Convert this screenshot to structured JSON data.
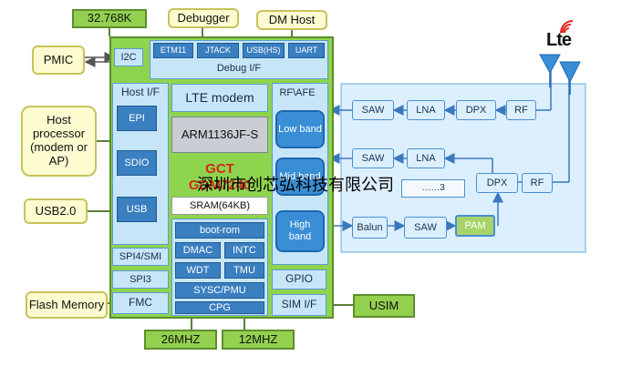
{
  "pmic": "PMIC",
  "crystal_32k": "32.768K",
  "debugger": "Debugger",
  "dm_host": "DM Host",
  "host_processor": "Host processor (modem or AP)",
  "usb20": "USB2.0",
  "flash_memory": "Flash Memory",
  "usim": "USIM",
  "osc_26m": "26MHZ",
  "osc_12m": "12MHZ",
  "i2c": "I2C",
  "debug_if": {
    "etm11": "ETM11",
    "jtag": "JTACK",
    "usb_hs": "USB(HS)",
    "uart": "UART",
    "title": "Debug I/F"
  },
  "host_if": {
    "title": "Host I/F",
    "epi": "EPI",
    "sdio": "SDIO",
    "usb": "USB"
  },
  "spi4_smi": "SPI4/SMI",
  "spi3": "SPI3",
  "fmc": "FMC",
  "lte_modem": "LTE modem",
  "cpu": "ARM1136JF-S",
  "chip_brand": "GCT",
  "chip_model": "GDM7240",
  "sram": "SRAM(64KB)",
  "periph": {
    "boot_rom": "boot-rom",
    "dmac": "DMAC",
    "intc": "INTC",
    "wdt": "WDT",
    "tmu": "TMU",
    "sysc_pmu": "SYSC/PMU",
    "cpg": "CPG"
  },
  "rf_afe": {
    "title": "RF\\AFE",
    "low_band": "Low band",
    "mid_band": "Mid band",
    "high_band": "High band"
  },
  "gpio": "GPIO",
  "sim_if": "SIM I/F",
  "rf_chain": {
    "row1": {
      "saw": "SAW",
      "lna": "LNA",
      "dpx": "DPX",
      "rf": "RF"
    },
    "row2": {
      "saw": "SAW",
      "lna": "LNA",
      "dpx": "DPX",
      "rf": "RF"
    },
    "row3": {
      "balun": "Balun",
      "saw": "SAW",
      "pam": "PAM"
    },
    "mid_label": "……3"
  },
  "lte_logo": "Lte",
  "watermark": "深圳市创芯弘科技有限公司"
}
